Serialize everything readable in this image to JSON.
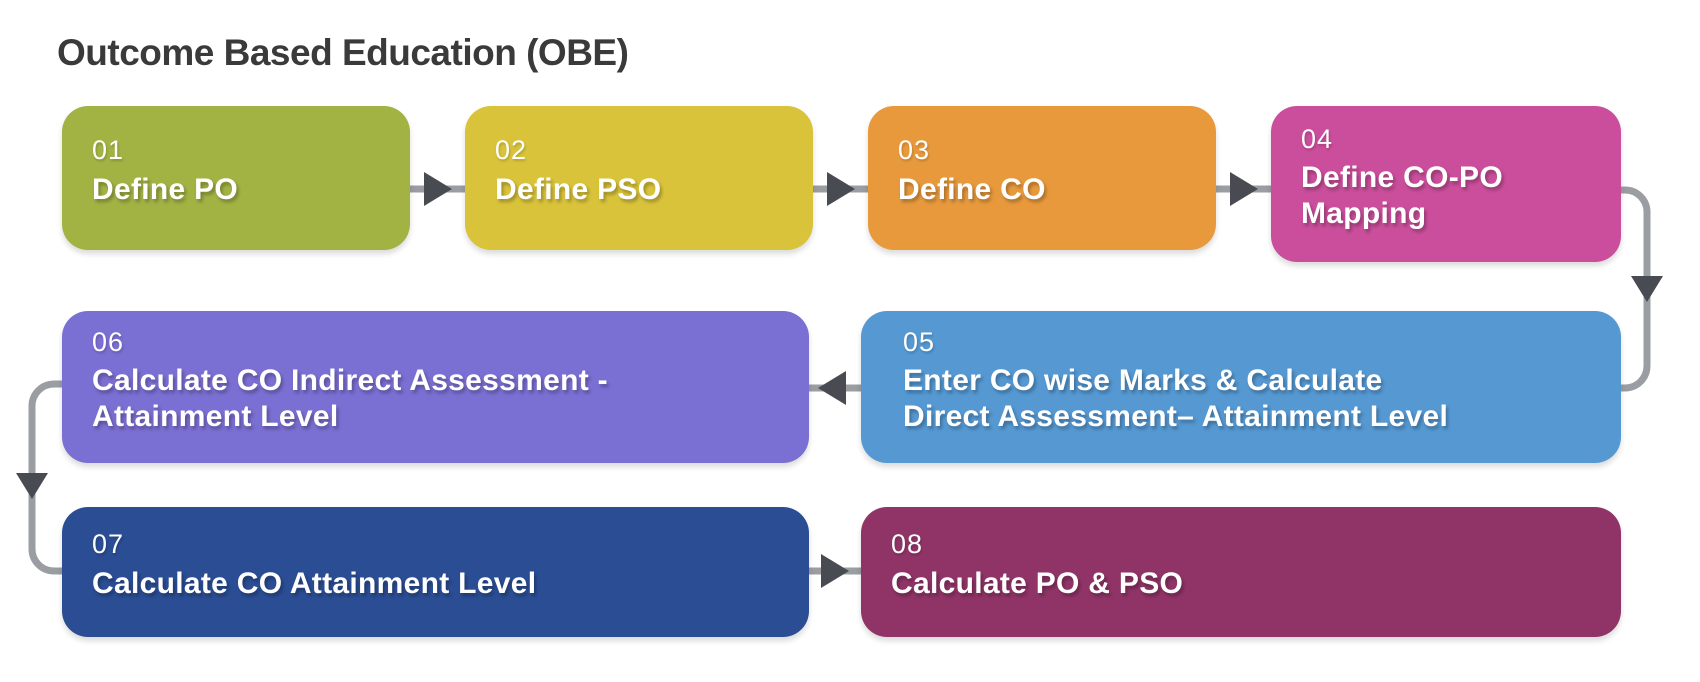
{
  "page": {
    "title": "Outcome Based Education (OBE)",
    "title_color": "#3a3a3a",
    "background": "#ffffff"
  },
  "steps": [
    {
      "number": "01",
      "lines": [
        "Define PO"
      ],
      "color": "#a2b243"
    },
    {
      "number": "02",
      "lines": [
        "Define PSO"
      ],
      "color": "#d9c33a"
    },
    {
      "number": "03",
      "lines": [
        "Define CO"
      ],
      "color": "#e8993c"
    },
    {
      "number": "04",
      "lines": [
        "Define CO-PO",
        "Mapping"
      ],
      "color": "#ca4e9b"
    },
    {
      "number": "05",
      "lines": [
        "Enter CO wise Marks & Calculate",
        "Direct Assessment– Attainment Level"
      ],
      "color": "#5598d2"
    },
    {
      "number": "06",
      "lines": [
        "Calculate CO Indirect Assessment -",
        "Attainment Level"
      ],
      "color": "#7a6fd2"
    },
    {
      "number": "07",
      "lines": [
        "Calculate CO Attainment Level"
      ],
      "color": "#2b4d94"
    },
    {
      "number": "08",
      "lines": [
        "Calculate PO & PSO"
      ],
      "color": "#903467"
    }
  ],
  "connector": {
    "line_color": "#9a9da2",
    "arrow_color": "#484b52"
  }
}
